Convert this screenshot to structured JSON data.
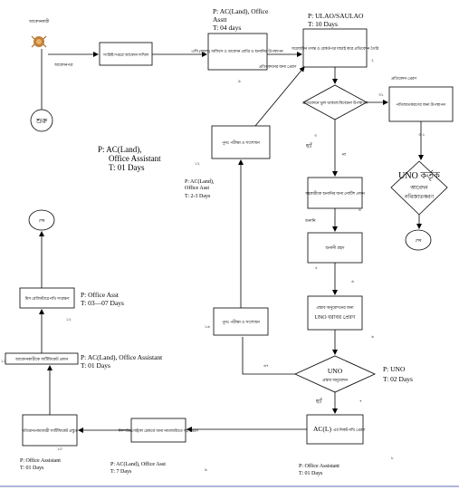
{
  "nodes": {
    "applicant_label": "আবেদনকারী",
    "start_label": "শুরু",
    "submit_box": "সংশ্লিষ্ট দপ্তরে আবেদন দাখিল",
    "submit_edge": "আবেদনপত্র",
    "ac_box": "এসি (ল্যান্ড) অফিসে ও তাবেদন প্রাপ্তি ও শুনানির উপস্থাপন",
    "send_edge": "প্রতিবেদনের জন্য প্রেরণ",
    "ulao_box": "সরেজমিন তদন্ত ও রেকর্ডপত্র যাচাই করে প্রতিবেদন তৈরি",
    "decision1": "প্রতিবেদনে ভুল থাকলে/বিবেচনা উপস্থাপন",
    "report_edge": "প্রতিবেদন প্রেরণ",
    "reject_box": "নথিজাতকরণের জন্য উপস্থাপন",
    "uno_diamond_line1": "UNO কর্তৃক",
    "uno_diamond_line2": "আবেদন",
    "uno_diamond_line3": "নথিজাতকরণ",
    "end_label": "শেষ",
    "yes": "হ্যাঁ",
    "no": "না",
    "dcr_box": "সহকারীকে শুনানির জন্য নোটিশ প্রদান",
    "hearing_edge": "শুনানি",
    "hearing_box": "শুনানী গ্রহণ",
    "approval_box_line1": "প্রস্তাব অনুমোদনের জন্য",
    "approval_box_line2": "UNO বরাবর প্রেরণ",
    "uno_approve_line1": "UNO",
    "uno_approve_line2": "প্রস্তাব অনুমোদন",
    "review_box_lower": "পুনঃ পরীক্ষা ও সংশোধন",
    "review_box_upper": "পুনঃ পরীক্ষা ও সংশোধন",
    "acl_box_prefix": "AC(L)",
    "acl_box_rest": "এর নিকট নথি প্রেরণ",
    "office_box": "নিষ্পত্তি/সেন্ট্রাল রেকর্ডে জন্য নামজারিতে সই প্রেরণ",
    "khatian_box": "খতিয়ান/নামজারী সার্টিফিকেট প্রস্তুত",
    "signed_box": "আবেদনকারীকে সার্টিফিকেট প্রদান",
    "register_box": "মিস রেজিস্টারে নথি সংরক্ষণ",
    "end_circle": "শেষ"
  },
  "annotations": {
    "ulao_role": "P: ULAO/SAULAO",
    "ulao_time": "T: 10 Days",
    "ac_role_line1": "P: AC(Land), Office",
    "ac_role_line2": "Asstt",
    "ac_time": "T: 04 days",
    "left_role_line1": "P:  AC(Land),",
    "left_role_line2": "Office Assistant",
    "left_time": "T:  01 Days",
    "mid_role_line1": "P: AC(Land),",
    "mid_role_line2": "Office Asst",
    "mid_time": "T: 2-3 Days",
    "office_asst_role": "P: Office Asst",
    "office_asst_time": "T: 03—07 Days",
    "acl_oa_role": "P: AC(Land), Office Assistant",
    "acl_oa_time": "T: 01 Days",
    "uno_role": "P: UNO",
    "uno_time": "T: 02 Days",
    "bottom_left_role": "P: Office Assistant",
    "bottom_left_time": "T: 01 Days",
    "bottom_mid_role": "P: AC(Land), Office Asst",
    "bottom_mid_time": "T: 7 Days",
    "bottom_right_role": "P: Office Assistant",
    "bottom_right_time": "T: 01 Days"
  },
  "step_numbers": {
    "n1": "১",
    "n2": "২",
    "n3": "৩",
    "n31": "৩১",
    "n3_1": "৩-১",
    "n4": "৪",
    "n5": "৫",
    "n6": "৬",
    "n7": "৭",
    "n8": "৮",
    "n9": "৯",
    "n10": "১০",
    "n11": "১১",
    "n12": "১২",
    "n16": "১৬",
    "n17": "১৭",
    "n67": "৬৭"
  }
}
